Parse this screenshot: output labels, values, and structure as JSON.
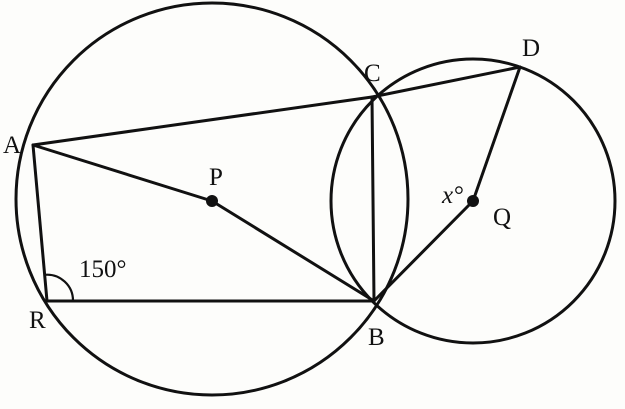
{
  "diagram": {
    "points": {
      "A": "A",
      "B": "B",
      "C": "C",
      "D": "D",
      "P": "P",
      "Q": "Q",
      "R": "R"
    },
    "angle_R": "150°",
    "angle_Q": "x°"
  }
}
